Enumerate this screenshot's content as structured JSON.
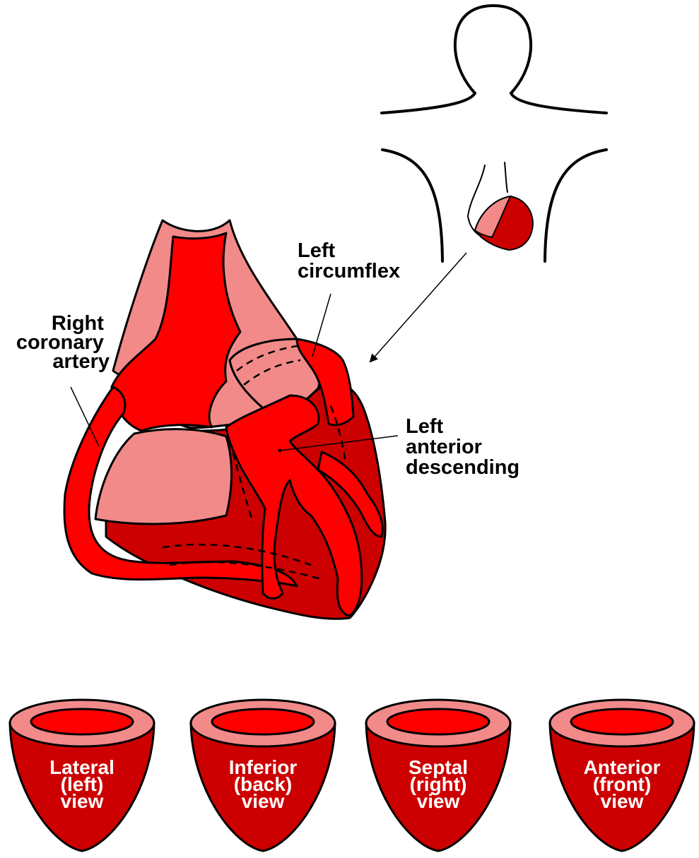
{
  "labels": {
    "left_circumflex": [
      "Left",
      "circumflex"
    ],
    "right_coronary_artery": [
      "Right",
      "coronary",
      "artery"
    ],
    "left_anterior_descending": [
      "Left",
      "anterior",
      "descending"
    ]
  },
  "views": [
    {
      "id": "lateral",
      "lines": [
        "Lateral",
        "(left)",
        "view"
      ]
    },
    {
      "id": "inferior",
      "lines": [
        "Inferior",
        "(back)",
        "view"
      ]
    },
    {
      "id": "septal",
      "lines": [
        "Septal",
        "(right)",
        "view"
      ]
    },
    {
      "id": "anterior",
      "lines": [
        "Anterior",
        "(front)",
        "view"
      ]
    }
  ],
  "colors": {
    "red": "#ff0000",
    "dark_red": "#cc0000",
    "pink": "#f28a8a",
    "outline": "#000000",
    "label_text": "#000000",
    "view_text": "#ffffff"
  }
}
